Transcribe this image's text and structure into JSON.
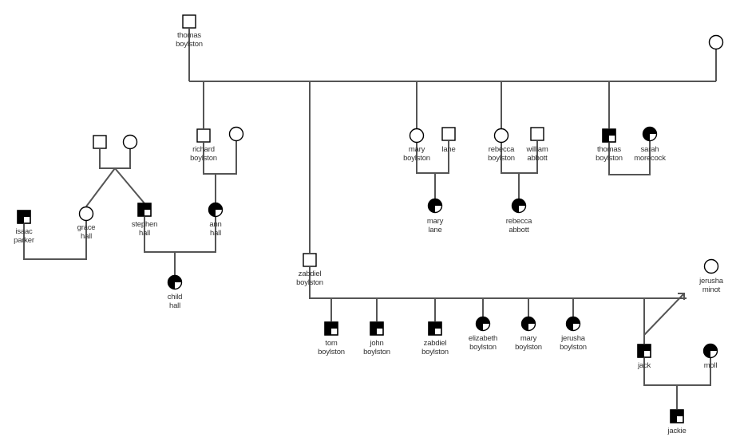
{
  "people": [
    {
      "id": "thomas_sr",
      "sex": "male",
      "affected": "none",
      "name_lines": [
        "thomas",
        "boylston"
      ]
    },
    {
      "id": "wife_top",
      "sex": "female",
      "affected": "none",
      "name_lines": []
    },
    {
      "id": "richard",
      "sex": "male",
      "affected": "none",
      "name_lines": [
        "richard",
        "boylston"
      ]
    },
    {
      "id": "richard_wife",
      "sex": "female",
      "affected": "none",
      "name_lines": []
    },
    {
      "id": "ann",
      "sex": "female",
      "affected": "partial",
      "name_lines": [
        "ann",
        "hall"
      ]
    },
    {
      "id": "hall_father",
      "sex": "male",
      "affected": "none",
      "name_lines": []
    },
    {
      "id": "hall_mother",
      "sex": "female",
      "affected": "none",
      "name_lines": []
    },
    {
      "id": "grace",
      "sex": "female",
      "affected": "none",
      "name_lines": [
        "grace",
        "hall"
      ]
    },
    {
      "id": "stephen",
      "sex": "male",
      "affected": "partial",
      "name_lines": [
        "stephen",
        "hall"
      ]
    },
    {
      "id": "isaac",
      "sex": "male",
      "affected": "partial",
      "name_lines": [
        "isaac",
        "parker"
      ]
    },
    {
      "id": "child",
      "sex": "female",
      "affected": "partial",
      "name_lines": [
        "child",
        "hall"
      ]
    },
    {
      "id": "zabdiel",
      "sex": "male",
      "affected": "none",
      "name_lines": [
        "zabdiel",
        "boylston"
      ]
    },
    {
      "id": "mary_b",
      "sex": "female",
      "affected": "none",
      "name_lines": [
        "mary",
        "boylston"
      ]
    },
    {
      "id": "lane",
      "sex": "male",
      "affected": "none",
      "name_lines": [
        "lane"
      ]
    },
    {
      "id": "mary_lane",
      "sex": "female",
      "affected": "partial",
      "name_lines": [
        "mary",
        "lane"
      ]
    },
    {
      "id": "rebecca_b",
      "sex": "female",
      "affected": "none",
      "name_lines": [
        "rebecca",
        "boylston"
      ]
    },
    {
      "id": "william",
      "sex": "male",
      "affected": "none",
      "name_lines": [
        "william",
        "abbott"
      ]
    },
    {
      "id": "rebecca_a",
      "sex": "female",
      "affected": "partial",
      "name_lines": [
        "rebecca",
        "abbott"
      ]
    },
    {
      "id": "thomas_jr",
      "sex": "male",
      "affected": "partial",
      "name_lines": [
        "thomas",
        "boylston"
      ]
    },
    {
      "id": "sarah",
      "sex": "female",
      "affected": "partial",
      "name_lines": [
        "sarah",
        "morecock"
      ]
    },
    {
      "id": "jerusha_m",
      "sex": "female",
      "affected": "none",
      "name_lines": [
        "jerusha",
        "minot"
      ]
    },
    {
      "id": "tom",
      "sex": "male",
      "affected": "partial",
      "name_lines": [
        "tom",
        "boylston"
      ]
    },
    {
      "id": "john",
      "sex": "male",
      "affected": "partial",
      "name_lines": [
        "john",
        "boylston"
      ]
    },
    {
      "id": "zabdiel_jr",
      "sex": "male",
      "affected": "partial",
      "name_lines": [
        "zabdiel",
        "boylston"
      ]
    },
    {
      "id": "elizabeth",
      "sex": "female",
      "affected": "partial",
      "name_lines": [
        "elizabeth",
        "boylston"
      ]
    },
    {
      "id": "mary_b2",
      "sex": "female",
      "affected": "partial",
      "name_lines": [
        "mary",
        "boylston"
      ]
    },
    {
      "id": "jerusha_b",
      "sex": "female",
      "affected": "partial",
      "name_lines": [
        "jerusha",
        "boylston"
      ]
    },
    {
      "id": "jack",
      "sex": "male",
      "affected": "partial",
      "name_lines": [
        "jack"
      ]
    },
    {
      "id": "moll",
      "sex": "female",
      "affected": "partial",
      "name_lines": [
        "moll"
      ]
    },
    {
      "id": "jackie",
      "sex": "male",
      "affected": "partial",
      "name_lines": [
        "jackie"
      ]
    }
  ]
}
